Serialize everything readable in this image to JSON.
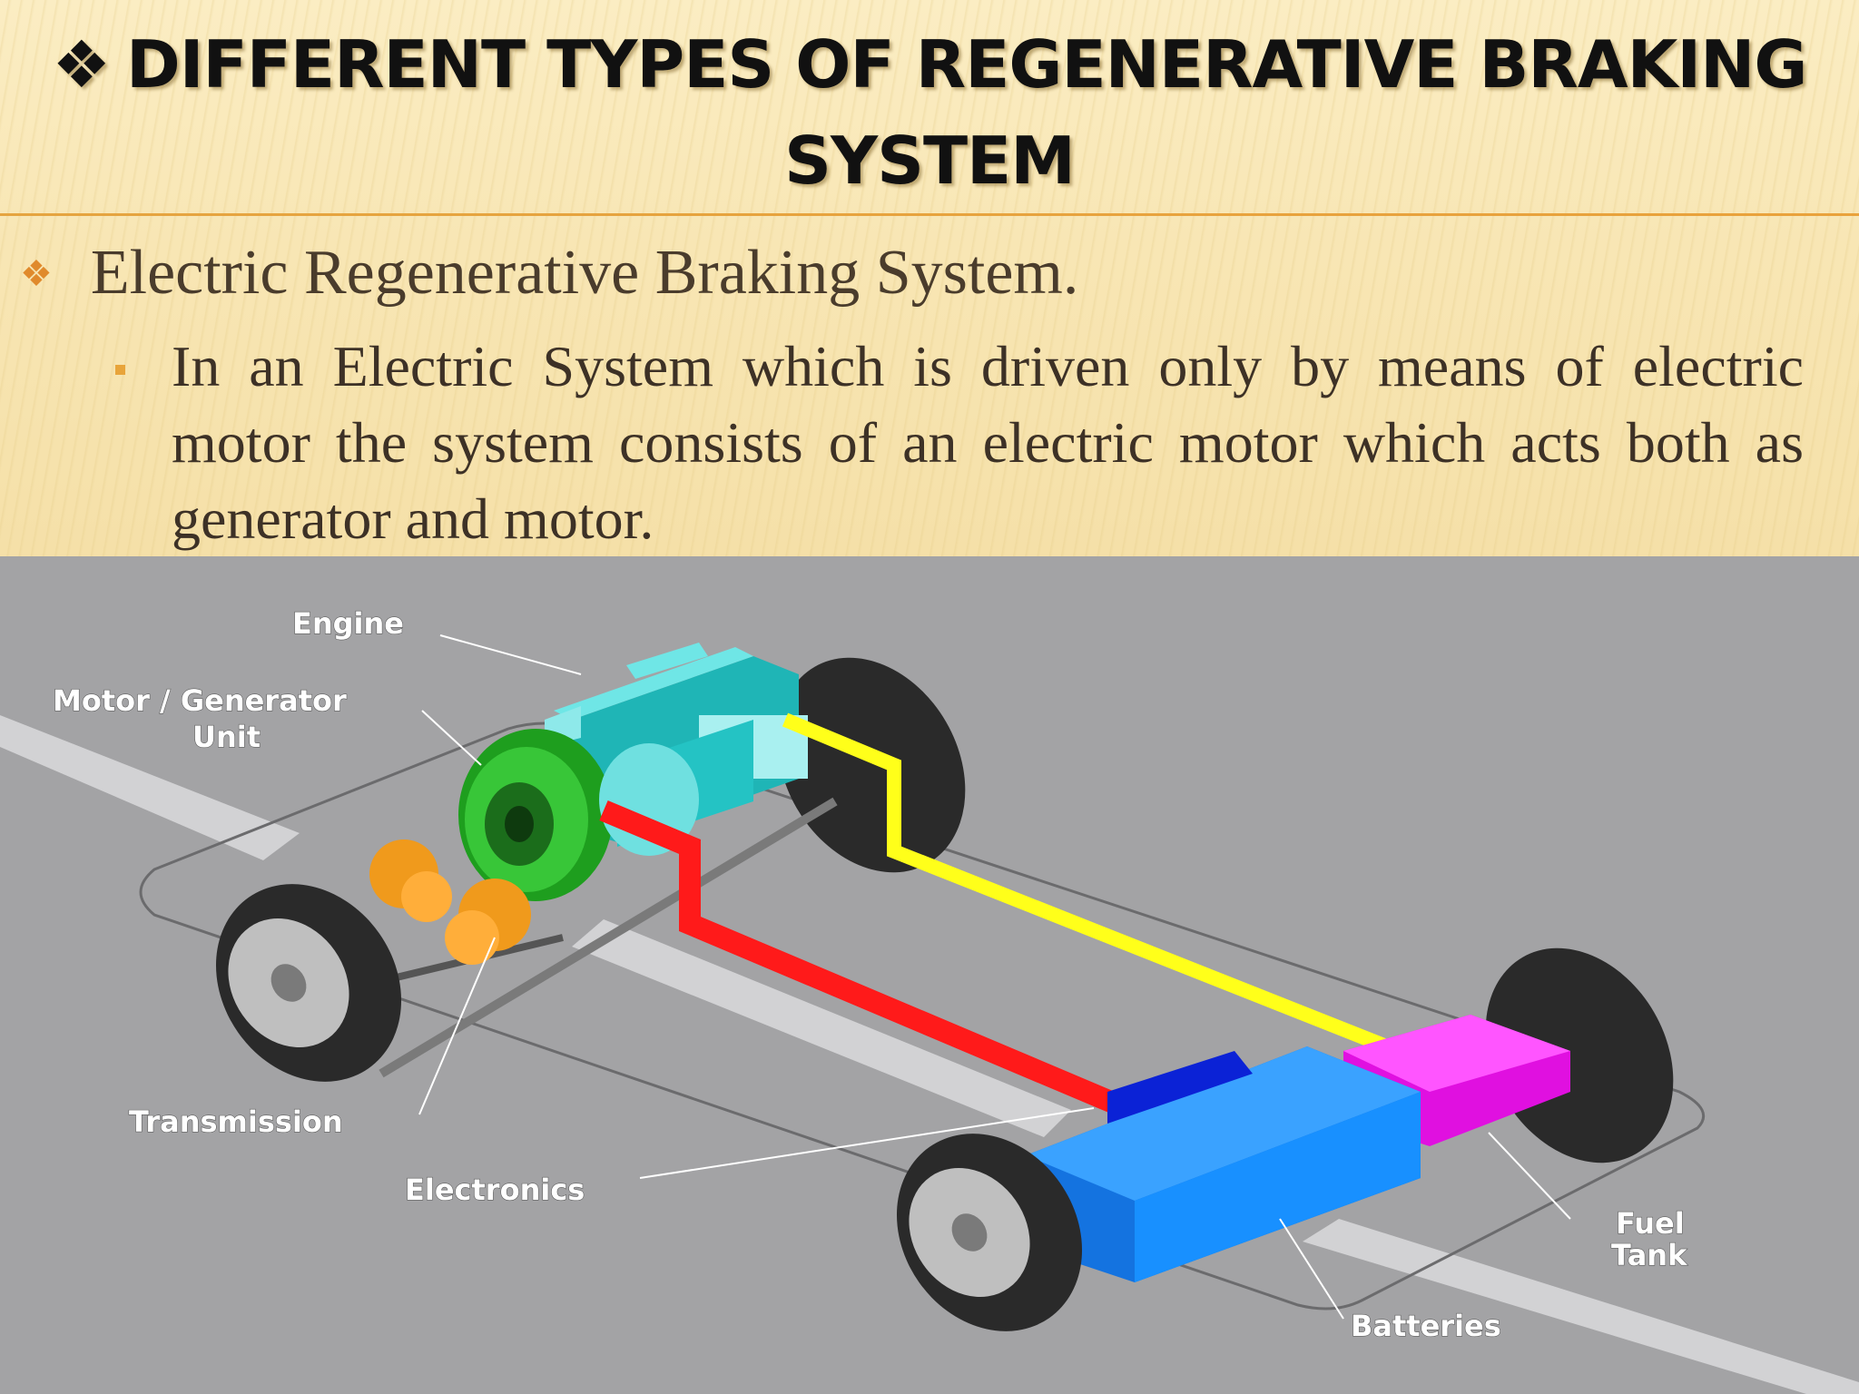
{
  "title": {
    "line1": "DIFFERENT TYPES OF REGENERATIVE BRAKING",
    "line2": "SYSTEM",
    "bullet_glyph": "❖"
  },
  "bullets": {
    "level1": "Electric Regenerative Braking System.",
    "level2_lines": [
      "In an Electric System which is driven only by means of electric",
      "motor the system consists of an electric motor which acts both as",
      "generator and motor."
    ]
  },
  "diagram": {
    "labels": {
      "engine": "Engine",
      "motor_generator_line1": "Motor / Generator",
      "motor_generator_line2": "Unit",
      "transmission": "Transmission",
      "electronics": "Electronics",
      "fuel_tank_line1": "Fuel",
      "fuel_tank_line2": "Tank",
      "batteries": "Batteries"
    },
    "colors": {
      "background": "#a3a3a5",
      "engine": "#2cc8c9",
      "motor_generator": "#27b327",
      "transmission": "#f09a1c",
      "electronics_wire": "#ff1a1a",
      "fuel_line": "#ffff1a",
      "batteries": "#1a8cff",
      "fuel_tank": "#ff1aff",
      "electronics_box": "#0b22d6"
    }
  }
}
